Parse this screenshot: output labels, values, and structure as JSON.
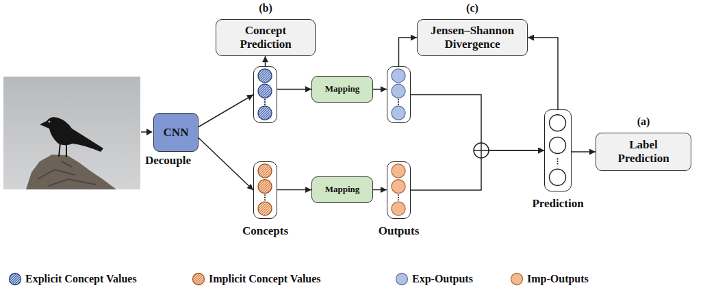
{
  "diagram": {
    "nodes": [
      {
        "text": [
          "(b)",
          "Concept Prediction"
        ]
      },
      {
        "text": [
          "(c)",
          "Jensen–Shannon Divergence"
        ]
      },
      {
        "text": [
          "CNN"
        ]
      },
      {
        "text": []
      },
      {
        "text": [
          "Mapping"
        ]
      },
      {
        "text": []
      },
      {
        "text": [
          "Prediction"
        ]
      },
      {
        "text": [
          "(a)",
          "Label Prediction"
        ]
      },
      {
        "text": [
          "Concepts"
        ]
      },
      {
        "text": [
          "Mapping"
        ]
      },
      {
        "text": [
          "Outputs"
        ]
      }
    ],
    "edges": [
      {
        "from": 2,
        "to": 3,
        "arrow": "to"
      },
      {
        "from": 2,
        "to": 8,
        "arrow": "to"
      },
      {
        "from": 3,
        "to": 0,
        "arrow": "to"
      },
      {
        "from": 3,
        "to": 4,
        "arrow": "to"
      },
      {
        "from": 4,
        "to": 5,
        "arrow": "to"
      },
      {
        "from": 8,
        "to": 9,
        "arrow": "to"
      },
      {
        "from": 9,
        "to": 10,
        "arrow": "to"
      },
      {
        "from": 5,
        "to": 1,
        "arrow": "to"
      },
      {
        "from": 6,
        "to": 1,
        "arrow": "to"
      },
      {
        "from": 5,
        "to": 6,
        "arrow": "to"
      },
      {
        "from": 10,
        "to": 6,
        "arrow": "to"
      },
      {
        "from": 6,
        "to": 7,
        "arrow": "to"
      }
    ],
    "labels": [
      "Decouple"
    ],
    "legend": [
      {
        "text": "Explicit Concept Values",
        "color": "#3f5fae"
      },
      {
        "text": "Implicit Concept Values",
        "color": "#e07a35"
      },
      {
        "text": "Exp-Outputs",
        "color": "#8ea6de"
      },
      {
        "text": "Imp-Outputs",
        "color": "#f09a5f"
      }
    ]
  }
}
